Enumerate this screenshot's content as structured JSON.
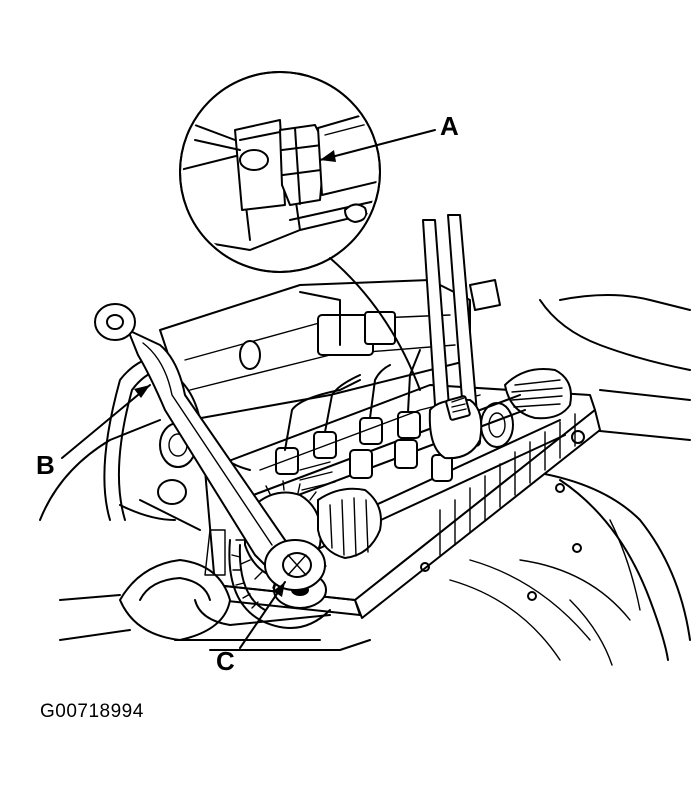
{
  "figure": {
    "id": "G00718994",
    "callouts": {
      "a": "A",
      "b": "B",
      "c": "C"
    }
  },
  "colors": {
    "line": "#000000",
    "background": "#ffffff"
  }
}
